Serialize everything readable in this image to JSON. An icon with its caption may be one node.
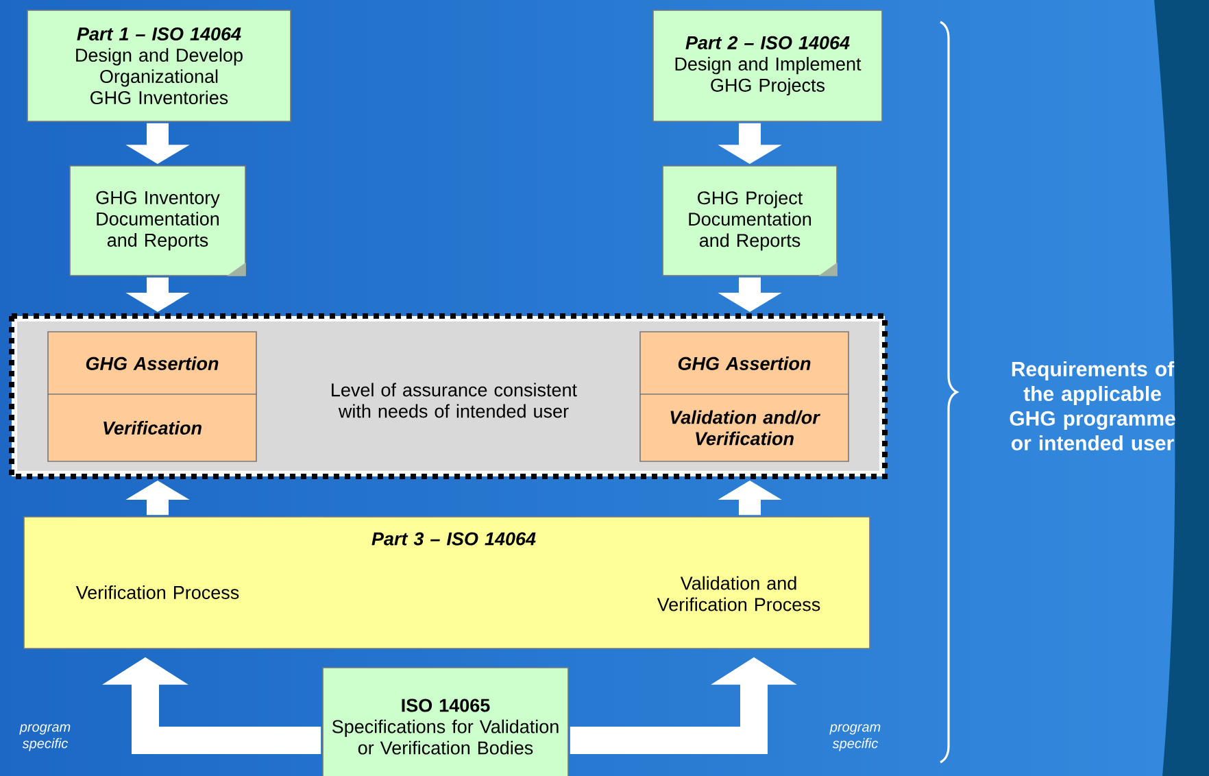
{
  "diagram": {
    "nodes": [
      {
        "text": [
          "Part 1 – ISO 14064",
          "Design and Develop Organizational GHG Inventories"
        ]
      },
      {
        "text": [
          "Part 2 – ISO 14064",
          "Design and Implement GHG Projects"
        ]
      },
      {
        "text": [
          "GHG Inventory Documentation and Reports"
        ]
      },
      {
        "text": [
          "GHG Project Documentation and Reports"
        ]
      },
      {
        "text": [
          "Level of assurance consistent with needs of intended user"
        ]
      },
      {
        "text": [
          "GHG Assertion"
        ],
        "in": 4
      },
      {
        "text": [
          "Verification"
        ],
        "in": 4
      },
      {
        "text": [
          "GHG Assertion"
        ],
        "in": 4
      },
      {
        "text": [
          "Validation and/or Verification"
        ],
        "in": 4
      },
      {
        "text": [
          "Part 3 – ISO 14064",
          "Verification Process",
          "Validation and Verification Process"
        ]
      },
      {
        "text": [
          "ISO 14065",
          "Specifications for Validation or Verification Bodies"
        ]
      }
    ],
    "edges": [
      {
        "from": 0,
        "to": 2,
        "arrow": "to"
      },
      {
        "from": 1,
        "to": 3,
        "arrow": "to"
      },
      {
        "from": 2,
        "to": 4,
        "arrow": "to"
      },
      {
        "from": 3,
        "to": 4,
        "arrow": "to"
      },
      {
        "from": 9,
        "to": 4,
        "arrow": "to"
      },
      {
        "from": 9,
        "to": 4,
        "arrow": "to"
      },
      {
        "from": 10,
        "to": 9,
        "arrow": "to"
      },
      {
        "from": 10,
        "to": 9,
        "arrow": "to"
      }
    ],
    "labels": [
      "Requirements of the applicable GHG programme or intended user",
      "program specific",
      "program specific"
    ]
  }
}
